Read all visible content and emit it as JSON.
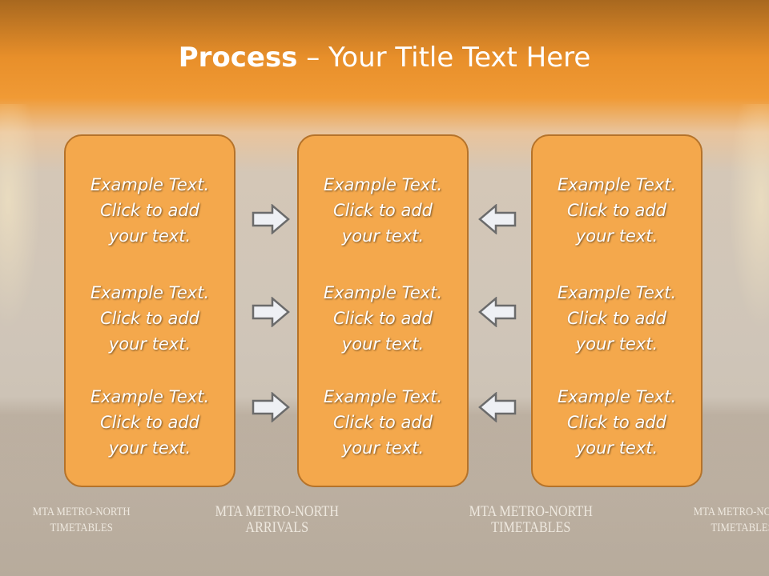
{
  "title": {
    "bold": "Process",
    "rest": " – Your Title Text Here"
  },
  "columns": [
    {
      "items": [
        [
          "Example Text.",
          "Click  to add",
          "your text."
        ],
        [
          "Example Text.",
          "Click  to add",
          "your text."
        ],
        [
          "Example Text.",
          "Click  to add",
          "your text."
        ]
      ]
    },
    {
      "items": [
        [
          "Example Text.",
          "Click  to add",
          "your text."
        ],
        [
          "Example Text.",
          "Click  to add",
          "your text."
        ],
        [
          "Example Text.",
          "Click  to add",
          "your text."
        ]
      ]
    },
    {
      "items": [
        [
          "Example Text.",
          "Click  to add",
          "your text."
        ],
        [
          "Example Text.",
          "Click  to add",
          "your text."
        ],
        [
          "Example Text.",
          "Click  to add",
          "your text."
        ]
      ]
    }
  ],
  "arrows": {
    "left_column": "arrow-right-icon",
    "right_column": "arrow-left-icon"
  },
  "background_signs": [
    [
      "MTA METRO-NORTH",
      "TIMETABLES"
    ],
    [
      "MTA METRO-NORTH",
      "ARRIVALS"
    ],
    [
      "MTA METRO-NORTH",
      "TIMETABLES"
    ],
    [
      "MTA METRO-NORTH",
      "TIMETABLES"
    ]
  ],
  "colors": {
    "box": "#f4a84c",
    "box_border": "#b5732a",
    "header": "#f09a35"
  }
}
